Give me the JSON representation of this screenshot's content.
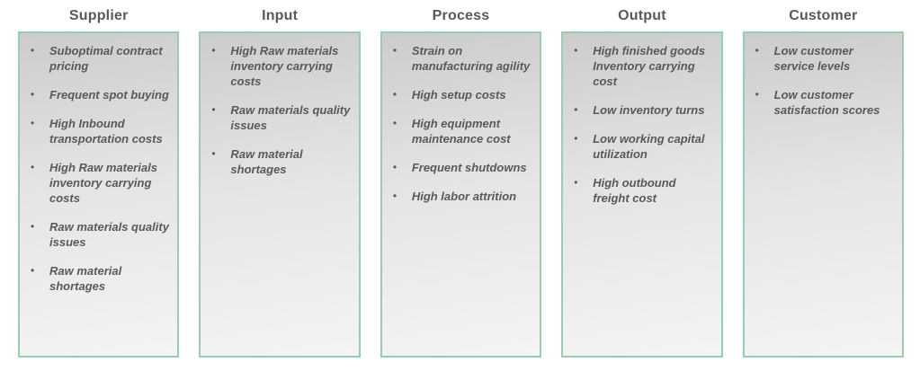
{
  "diagram": {
    "title": "supply-chain-issues-sipoc-board",
    "columns": [
      {
        "title": "Supplier",
        "items": [
          "Suboptimal contract pricing",
          "Frequent spot buying",
          "High Inbound transportation costs",
          "High Raw materials inventory carrying costs",
          "Raw materials quality issues",
          "Raw material shortages"
        ]
      },
      {
        "title": "Input",
        "items": [
          "High Raw materials inventory carrying costs",
          "Raw materials quality issues",
          "Raw material shortages"
        ]
      },
      {
        "title": "Process",
        "items": [
          "Strain on manufacturing agility",
          "High setup costs",
          "High equipment maintenance cost",
          "Frequent shutdowns",
          "High labor attrition"
        ]
      },
      {
        "title": "Output",
        "items": [
          "High finished goods Inventory carrying cost",
          "Low inventory turns",
          "Low working capital utilization",
          "High outbound freight cost"
        ]
      },
      {
        "title": "Customer",
        "items": [
          "Low customer service levels",
          "Low customer satisfaction scores"
        ]
      }
    ]
  },
  "colors": {
    "box_border": "#94cfaf",
    "text": "#595959",
    "box_gradient_top": "#cccccc",
    "box_gradient_mid": "#e4e4e4",
    "box_gradient_bottom": "#f4f4f4",
    "background": "#ffffff",
    "bullet_icon": "•"
  }
}
